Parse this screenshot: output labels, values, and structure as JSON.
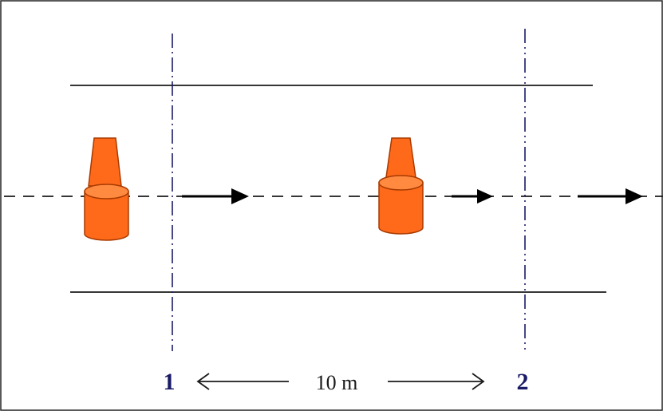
{
  "diagram": {
    "marker_1": "1",
    "marker_2": "2",
    "distance_label": "10 m",
    "colors": {
      "cone_fill": "#ff6a1a",
      "cone_stroke": "#a83a00",
      "cone_top": "#ff8a40",
      "marker_line": "#1a1a66",
      "lane_line": "#1a1a1a",
      "arrow": "#000000"
    },
    "icons": [
      "traffic-cone-icon",
      "traffic-cone-icon",
      "right-arrow-icon",
      "double-arrow-icon"
    ]
  }
}
